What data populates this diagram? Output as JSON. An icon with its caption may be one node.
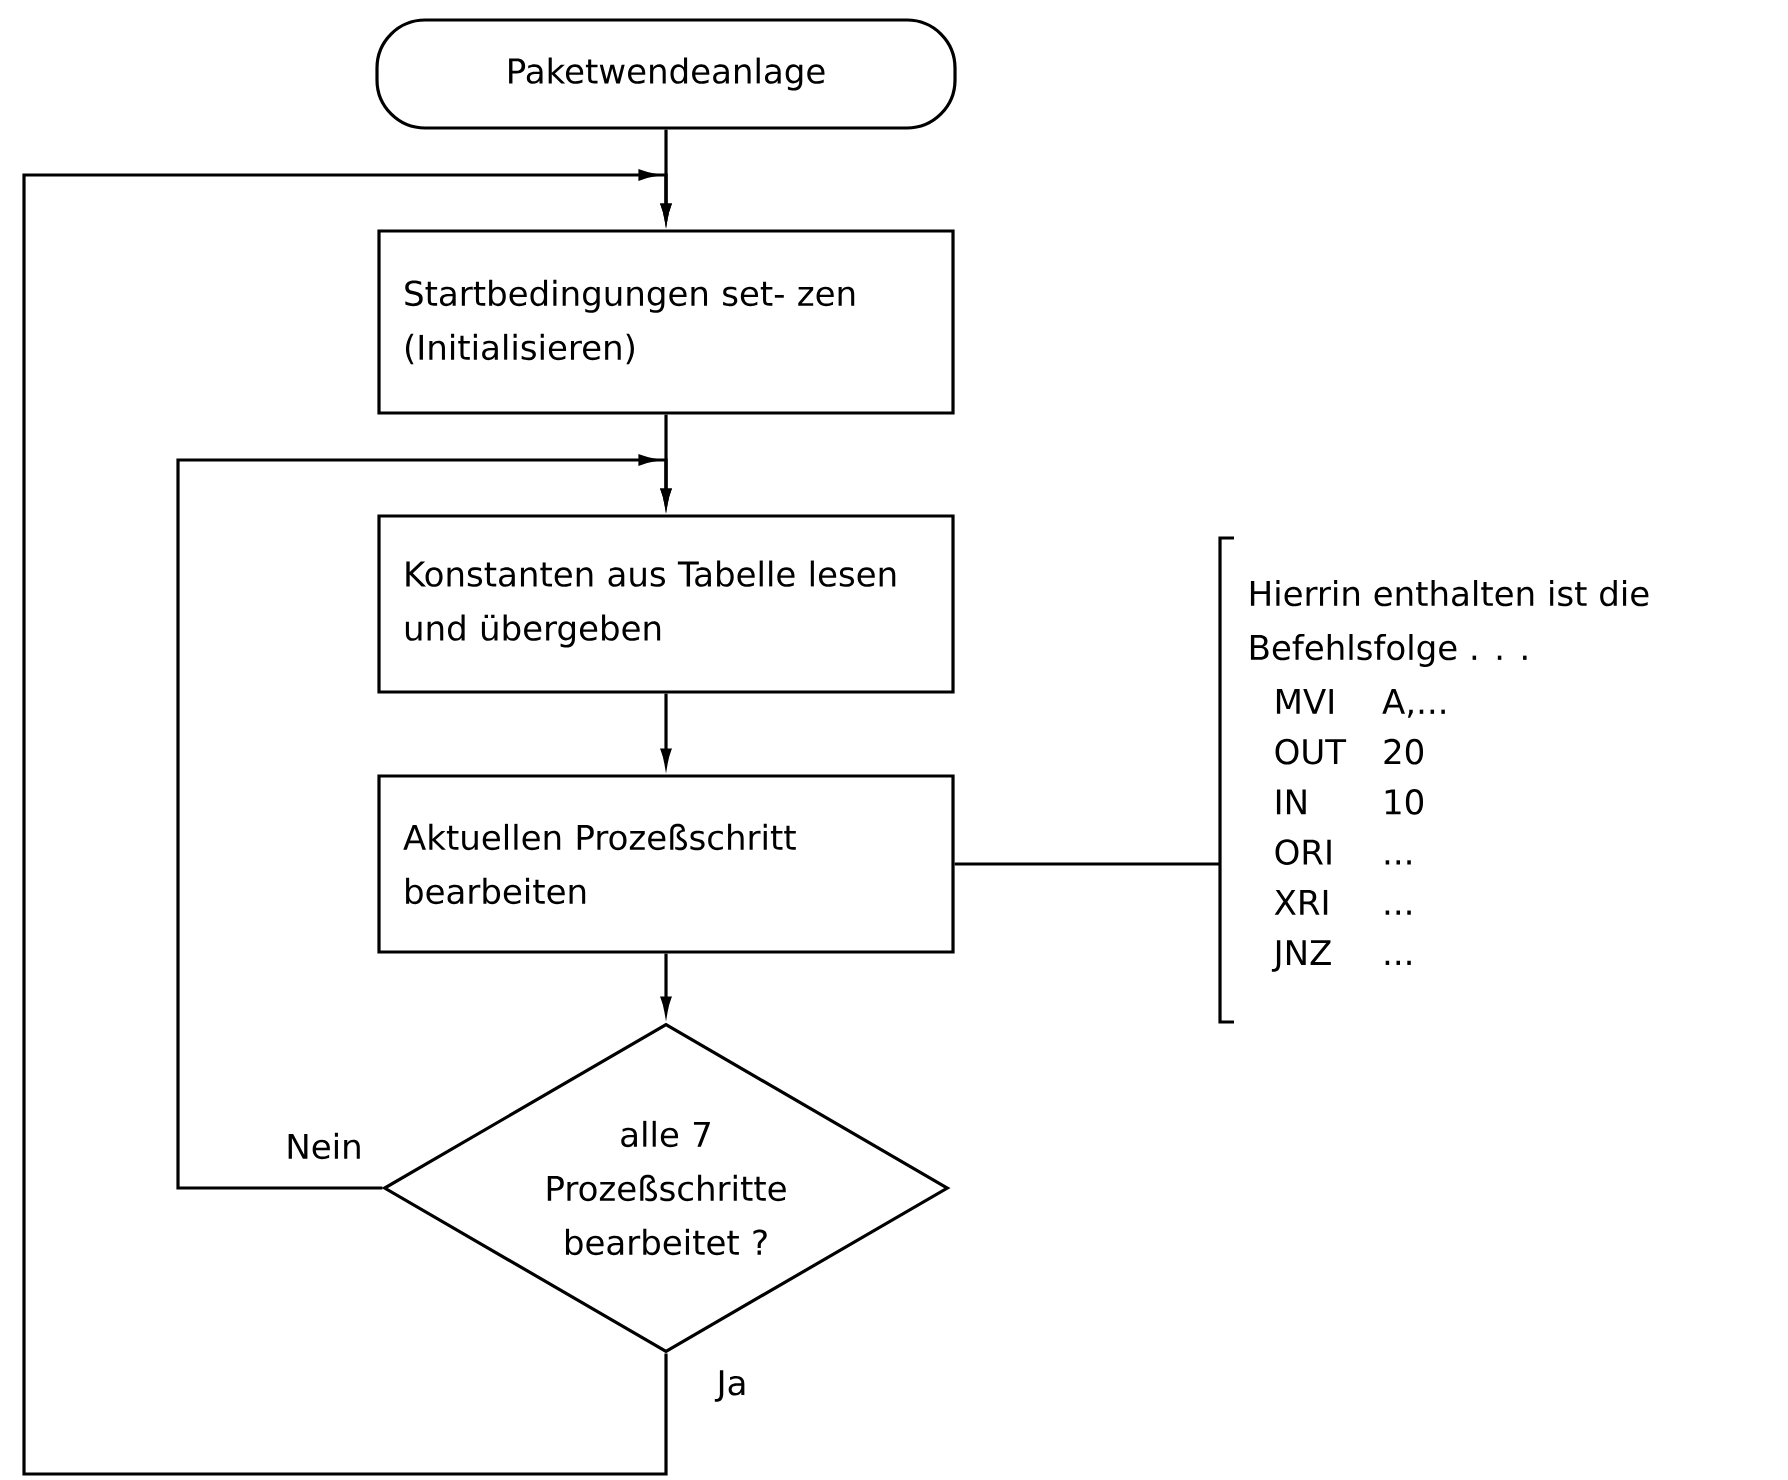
{
  "diagram": {
    "nodes": [
      {
        "text": [
          "Paketwendeanlage"
        ]
      },
      {
        "text": [
          "Startbedingungen set- zen (Initialisieren)"
        ]
      },
      {
        "text": [
          "Konstanten aus Tabelle lesen und übergeben"
        ]
      },
      {
        "text": [
          "Aktuellen Prozeßschritt bearbeiten"
        ]
      },
      {
        "text": [
          "alle 7 Prozeßschritte bearbeitet ?"
        ]
      },
      {
        "text": [
          "Hierrin enthalten ist die Befehlsfolge . . .",
          "MVI",
          "A,...",
          "OUT",
          "20",
          "IN",
          "10",
          "ORI",
          "...",
          "XRI",
          "...",
          "JNZ",
          "..."
        ]
      }
    ],
    "edges": [
      {
        "from": 0,
        "to": 1,
        "arrow": "to"
      },
      {
        "from": 1,
        "to": 2,
        "arrow": "to"
      },
      {
        "from": 2,
        "to": 3,
        "arrow": "to"
      },
      {
        "from": 3,
        "to": 4,
        "arrow": "to"
      },
      {
        "from": 4,
        "to": 2,
        "arrow": "to",
        "label": "Nein"
      },
      {
        "from": 4,
        "to": 1,
        "arrow": "to",
        "label": "Ja"
      },
      {
        "from": 3,
        "to": 5,
        "arrow": "none"
      }
    ]
  }
}
